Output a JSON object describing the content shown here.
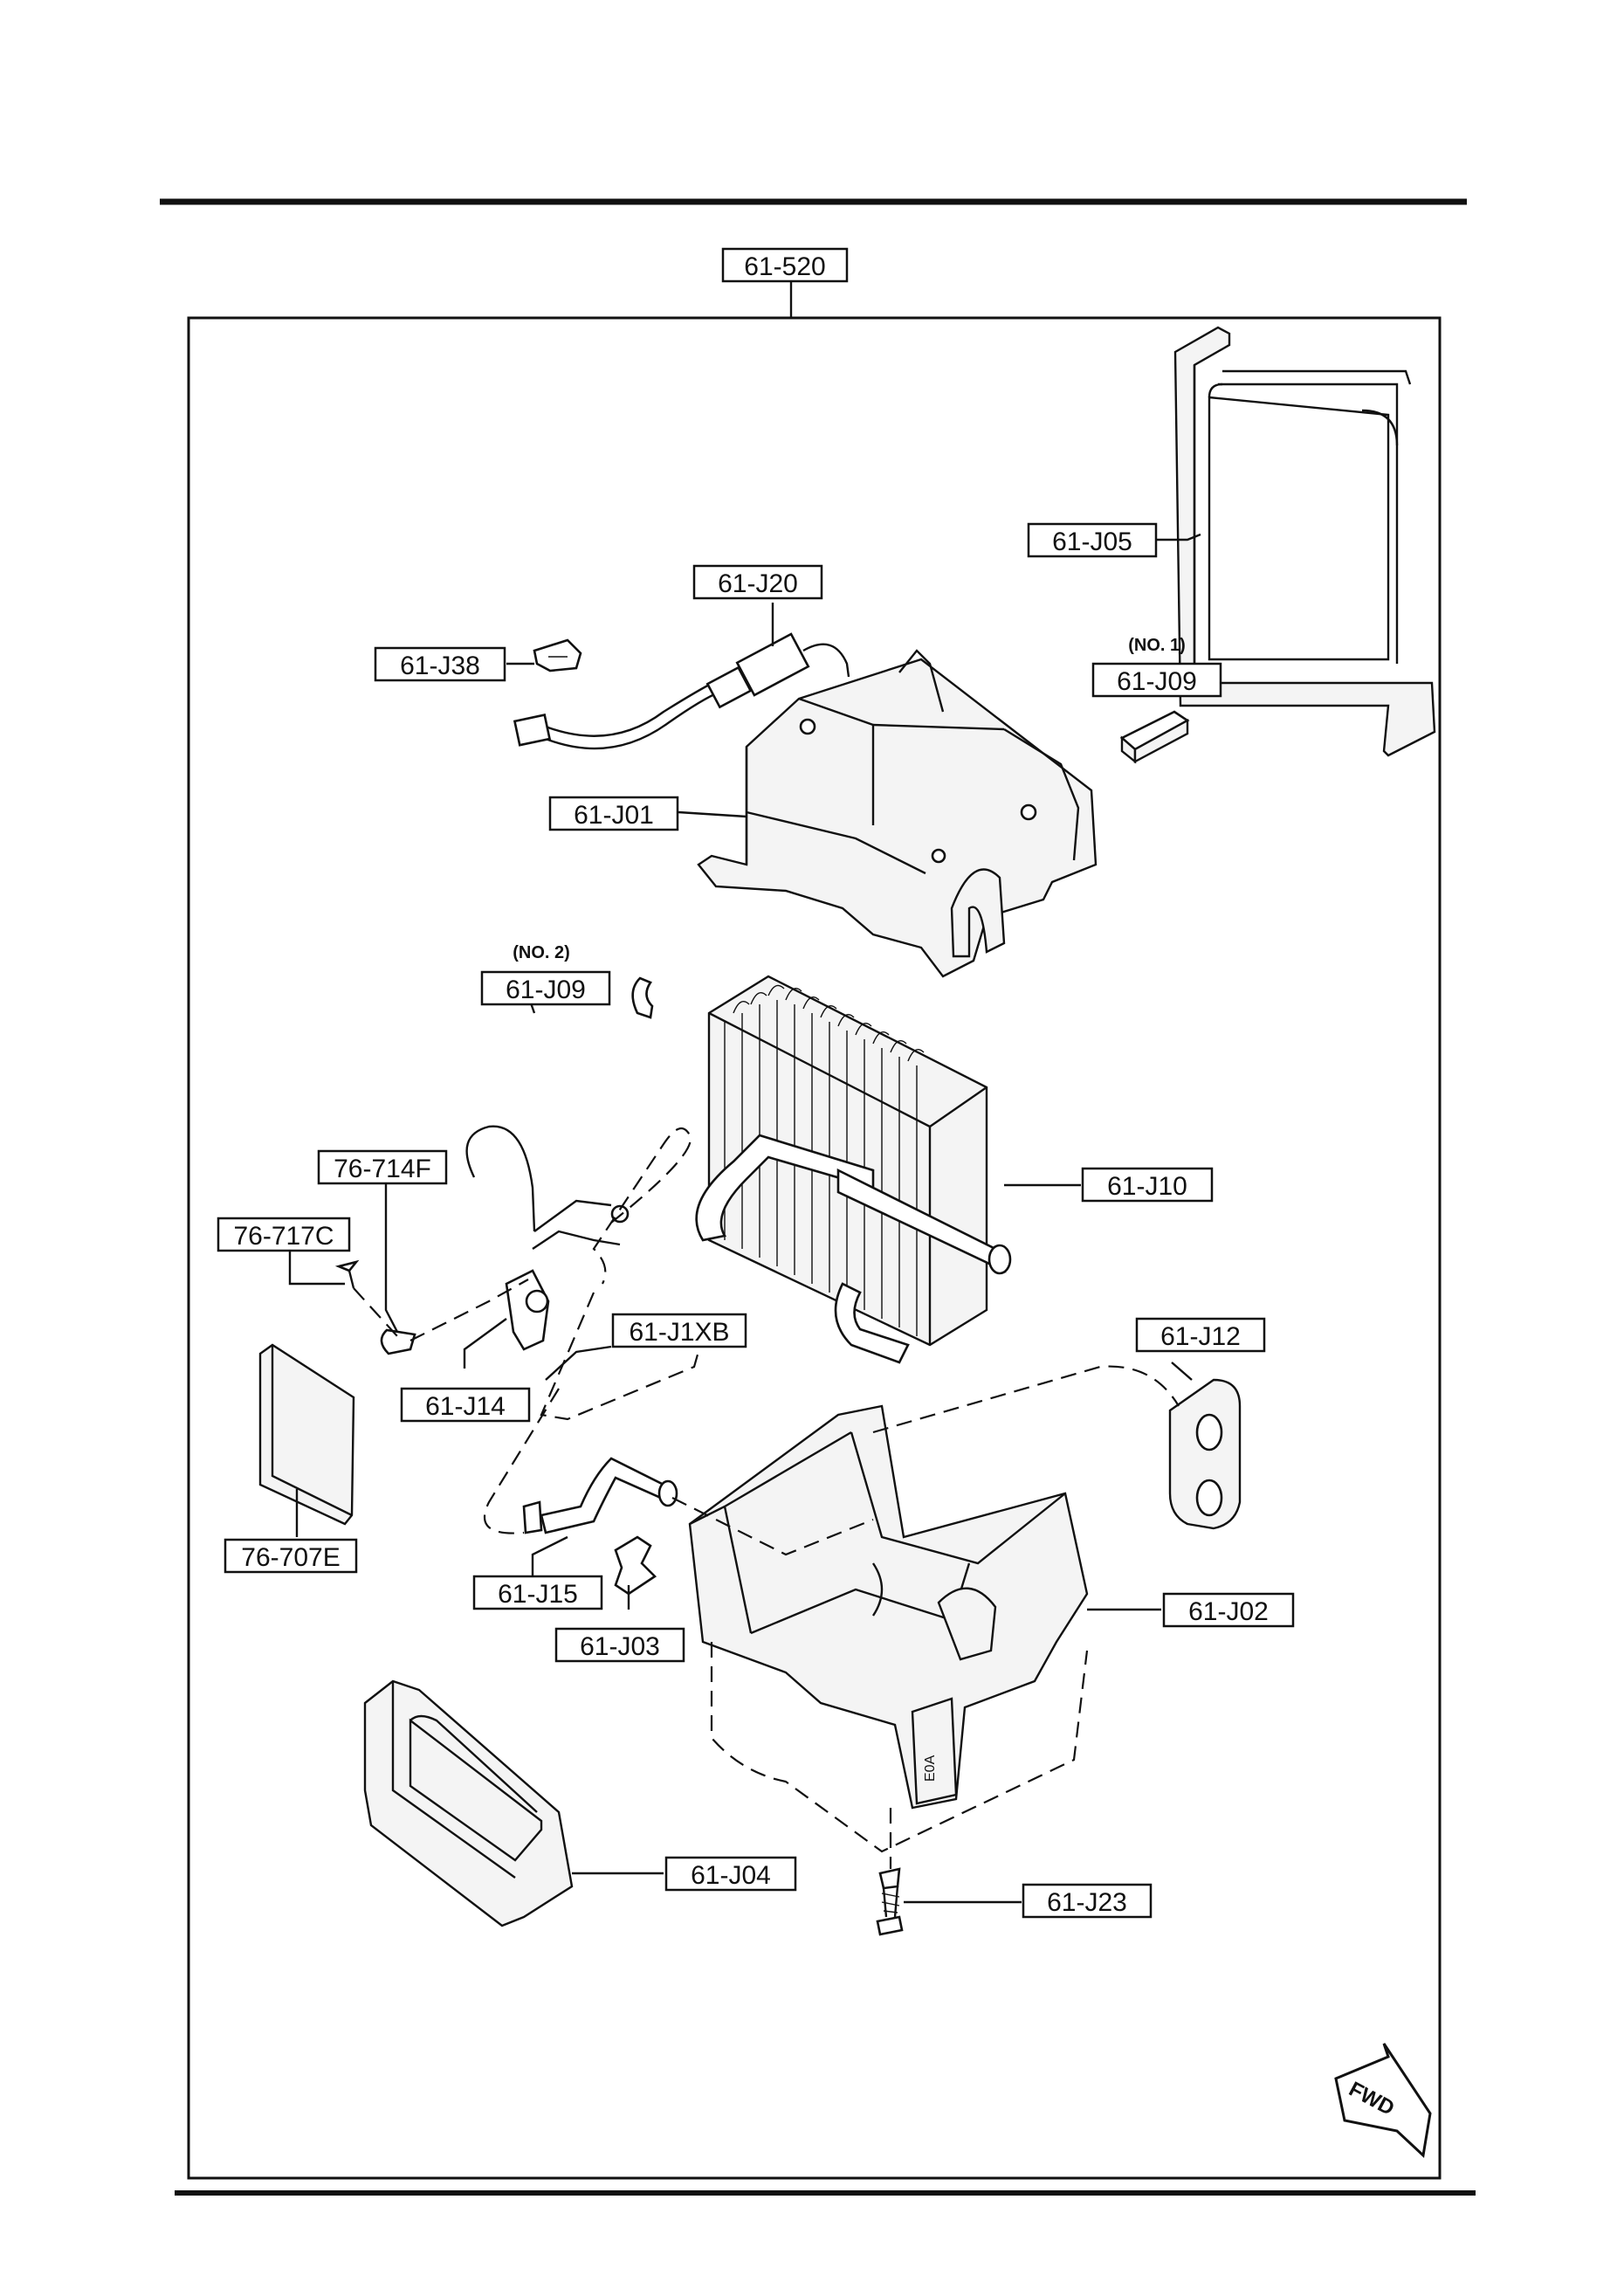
{
  "assembly": {
    "code": "61-520"
  },
  "callouts": {
    "j05": "61-J05",
    "j20": "61-J20",
    "j38": "61-J38",
    "j09_no1_note": "(NO. 1)",
    "j09_no1": "61-J09",
    "j01": "61-J01",
    "j09_no2_note": "(NO. 2)",
    "j09_no2": "61-J09",
    "m714f": "76-714F",
    "m717c": "76-717C",
    "j10": "61-J10",
    "j1xb": "61-J1XB",
    "j12": "61-J12",
    "j14": "61-J14",
    "m707e": "76-707E",
    "j15": "61-J15",
    "j03": "61-J03",
    "j02": "61-J02",
    "j04": "61-J04",
    "j23": "61-J23"
  },
  "badge": {
    "fwd": "FWD"
  }
}
